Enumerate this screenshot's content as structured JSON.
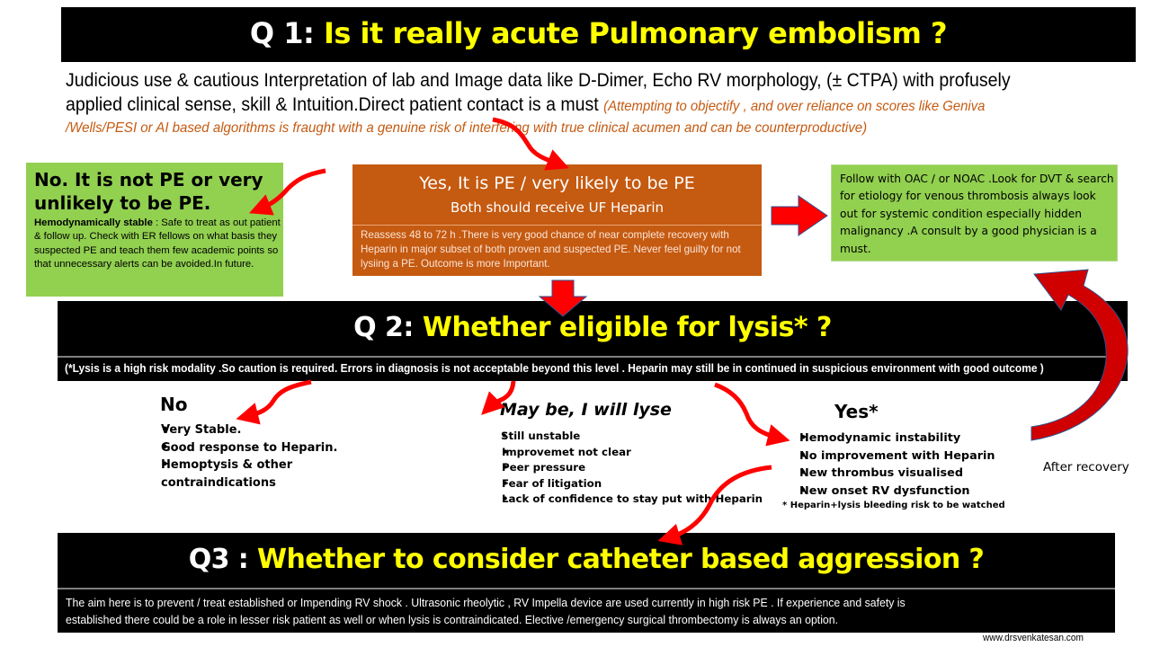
{
  "q1": {
    "prefix": "Q 1:",
    "question": " Is it really acute Pulmonary embolism ?",
    "intro_line1": "Judicious use & cautious Interpretation of lab and Image data like D-Dimer, Echo RV morphology, (± CTPA) with profusely",
    "intro_line2": "applied clinical sense, skill  & Intuition.Direct patient contact is a must ",
    "intro_note_a": "(Attempting to objectify , and over reliance on scores like  Geniva",
    "intro_note_b": "/Wells/PESI  or  AI  based  algorithms  is fraught with a genuine risk of interfering with true clinical acumen and can be counterproductive)"
  },
  "no_pe_box": {
    "heading_line1": "No. It is not PE or very",
    "heading_line2": "unlikely to be PE.",
    "bold_lead": "Hemodynamically stable",
    "body": " : Safe to treat as out patient & follow up. Check with  ER fellows on what basis they suspected PE  and teach them few academic points  so that unnecessary alerts can be avoided.In future."
  },
  "yes_pe_box": {
    "heading": "Yes, It is PE  / very likely to be PE",
    "subheading": "Both  should receive UF Heparin",
    "body": "Reassess  48 to 72 h .There is very good chance of near complete recovery with Heparin in  major subset of both proven and suspected PE. Never feel guilty for not lysiing a PE. Outcome is more Important."
  },
  "follow_box": {
    "body": "Follow  with OAC / or NOAC .Look for DVT & search for etiology for venous thrombosis always look out for systemic condition especially  hidden malignancy .A consult by a good physician is a must."
  },
  "q2": {
    "prefix": "Q 2:",
    "question": " Whether eligible for lysis* ?",
    "note": "(*Lysis is a high risk modality .So caution is required. Errors in diagnosis is not acceptable  beyond this level . Heparin may still be in continued in  suspicious  environment with good outcome   )"
  },
  "branches": {
    "no": {
      "title": "No",
      "items": [
        "Very Stable.",
        "Good response to Heparin.",
        "Hemoptysis & other contraindications"
      ]
    },
    "maybe": {
      "title": "May be, I will lyse",
      "items": [
        "Still unstable",
        "Improvemet not clear",
        "Peer pressure",
        "Fear of litigation",
        "Lack of  confidence to stay put with Heparin"
      ]
    },
    "yes": {
      "title": "Yes*",
      "items": [
        "Hemodynamic  instability",
        "No improvement with Heparin",
        "New thrombus visualised",
        "New onset RV dysfunction"
      ],
      "footnote": "* Heparin+lysis  bleeding risk to be watched"
    }
  },
  "after_recovery_label": "After recovery",
  "q3": {
    "prefix": "Q3 :",
    "question": " Whether to consider catheter based aggression ?",
    "body_line1": "The aim here is  to prevent / treat established  or Impending  RV shock . Ultrasonic rheolytic , RV Impella  device are used  currently in high risk PE . If experience and safety is",
    "body_line2": "established  there could be a role in lesser risk patient as well or when  lysis is contraindicated. Elective /emergency  surgical thrombectomy is  always an option."
  },
  "footer": {
    "website": "www.drsvenkatesan.com"
  },
  "colors": {
    "title_bar": "#000000",
    "question_yellow": "#ffff00",
    "green_box": "#92d050",
    "orange_box": "#c55a11",
    "note_orange": "#c55a11",
    "arrow_red": "#ff0000",
    "arrow_dark_red": "#c00000"
  }
}
